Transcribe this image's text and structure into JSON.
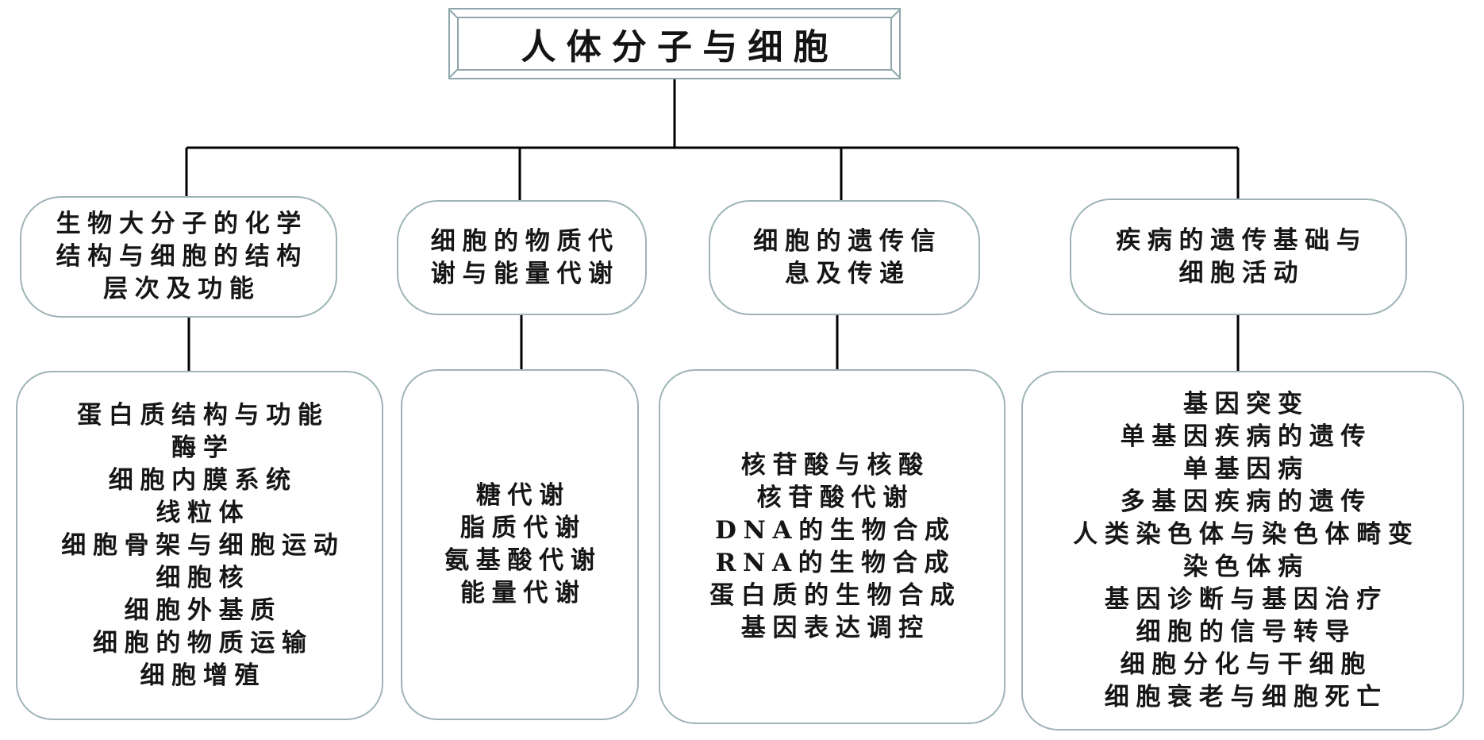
{
  "diagram": {
    "root": {
      "label": "人体分子与细胞"
    },
    "branches": [
      {
        "id": "macromolecules-cell-structure",
        "title_lines": [
          "生物大分子的化学",
          "结构与细胞的结构",
          "层次及功能"
        ],
        "topics": [
          "蛋白质结构与功能",
          "酶学",
          "细胞内膜系统",
          "线粒体",
          "细胞骨架与细胞运动",
          "细胞核",
          "细胞外基质",
          "细胞的物质运输",
          "细胞增殖"
        ]
      },
      {
        "id": "cell-metabolism",
        "title_lines": [
          "细胞的物质代",
          "谢与能量代谢"
        ],
        "topics": [
          "糖代谢",
          "脂质代谢",
          "氨基酸代谢",
          "能量代谢"
        ]
      },
      {
        "id": "genetic-information",
        "title_lines": [
          "细胞的遗传信",
          "息及传递"
        ],
        "topics": [
          "核苷酸与核酸",
          "核苷酸代谢",
          "DNA的生物合成",
          "RNA的生物合成",
          "蛋白质的生物合成",
          "基因表达调控"
        ]
      },
      {
        "id": "disease-genetics-cell-activity",
        "title_lines": [
          "疾病的遗传基础与",
          "细胞活动"
        ],
        "topics": [
          "基因突变",
          "单基因疾病的遗传",
          "单基因病",
          "多基因疾病的遗传",
          "人类染色体与染色体畸变",
          "染色体病",
          "基因诊断与基因治疗",
          "细胞的信号转导",
          "细胞分化与干细胞",
          "细胞衰老与细胞死亡"
        ]
      }
    ],
    "colors": {
      "box_border": "#9eb4b7",
      "frame_border": "#8fa6aa",
      "connector": "#000000",
      "text": "#161616",
      "background": "#ffffff"
    }
  }
}
